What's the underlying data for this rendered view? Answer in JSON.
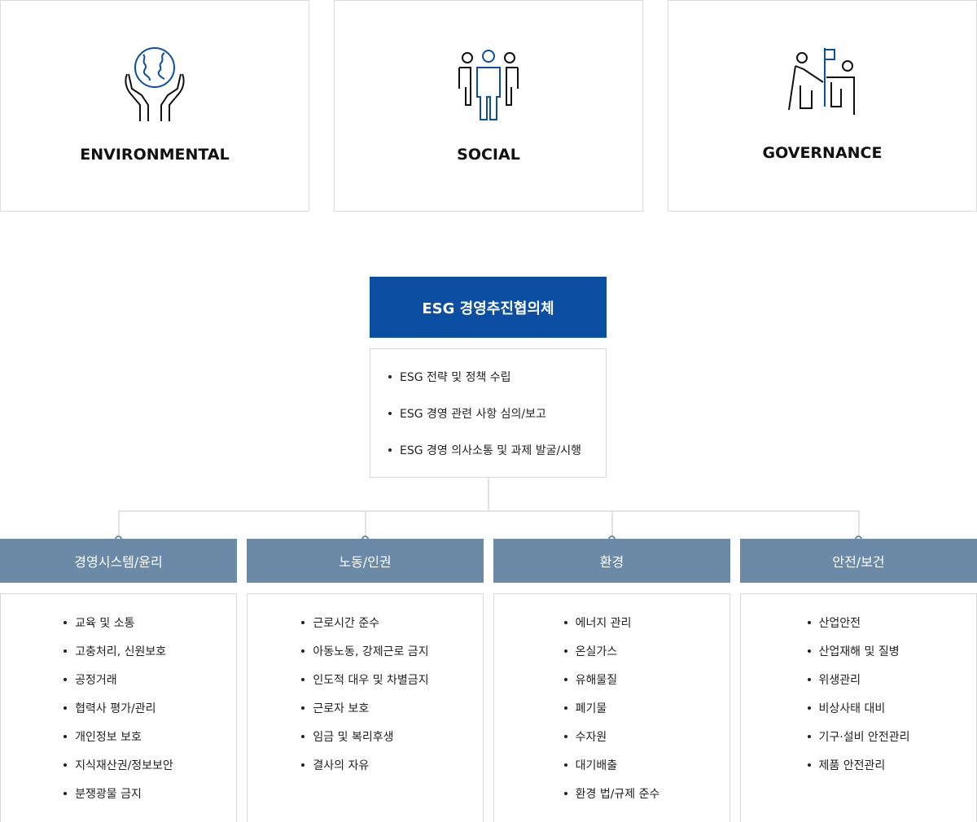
{
  "pillars": [
    {
      "label": "ENVIRONMENTAL",
      "icon": "globe-in-hands-icon"
    },
    {
      "label": "SOCIAL",
      "icon": "people-group-icon"
    },
    {
      "label": "GOVERNANCE",
      "icon": "people-with-flag-icon"
    }
  ],
  "committee": {
    "title": "ESG 경영추진협의체",
    "duties": [
      "ESG 전략 및 정책 수립",
      "ESG 경영 관련 사항 심의/보고",
      "ESG 경영 의사소통 및 과제 발굴/시행"
    ]
  },
  "columns": [
    {
      "title": "경영시스템/윤리",
      "items": [
        "교육 및 소통",
        "고충처리, 신원보호",
        "공정거래",
        "협력사 평가/관리",
        "개인정보 보호",
        "지식재산권/정보보안",
        "분쟁광물 금지"
      ]
    },
    {
      "title": "노동/인권",
      "items": [
        "근로시간 준수",
        "아동노동, 강제근로 금지",
        "인도적 대우 및 차별금지",
        "근로자 보호",
        "임금 및 복리후생",
        "결사의 자유"
      ]
    },
    {
      "title": "환경",
      "items": [
        "에너지 관리",
        "온실가스",
        "유해물질",
        "폐기물",
        "수자원",
        "대기배출",
        "환경 법/규제 준수"
      ]
    },
    {
      "title": "안전/보건",
      "items": [
        "산업안전",
        "산업재해 및 질병",
        "위생관리",
        "비상사태 대비",
        "기구·설비 안전관리",
        "제품 안전관리"
      ]
    }
  ],
  "colors": {
    "primary": "#0b4ea2",
    "header": "#6b8aa8"
  }
}
